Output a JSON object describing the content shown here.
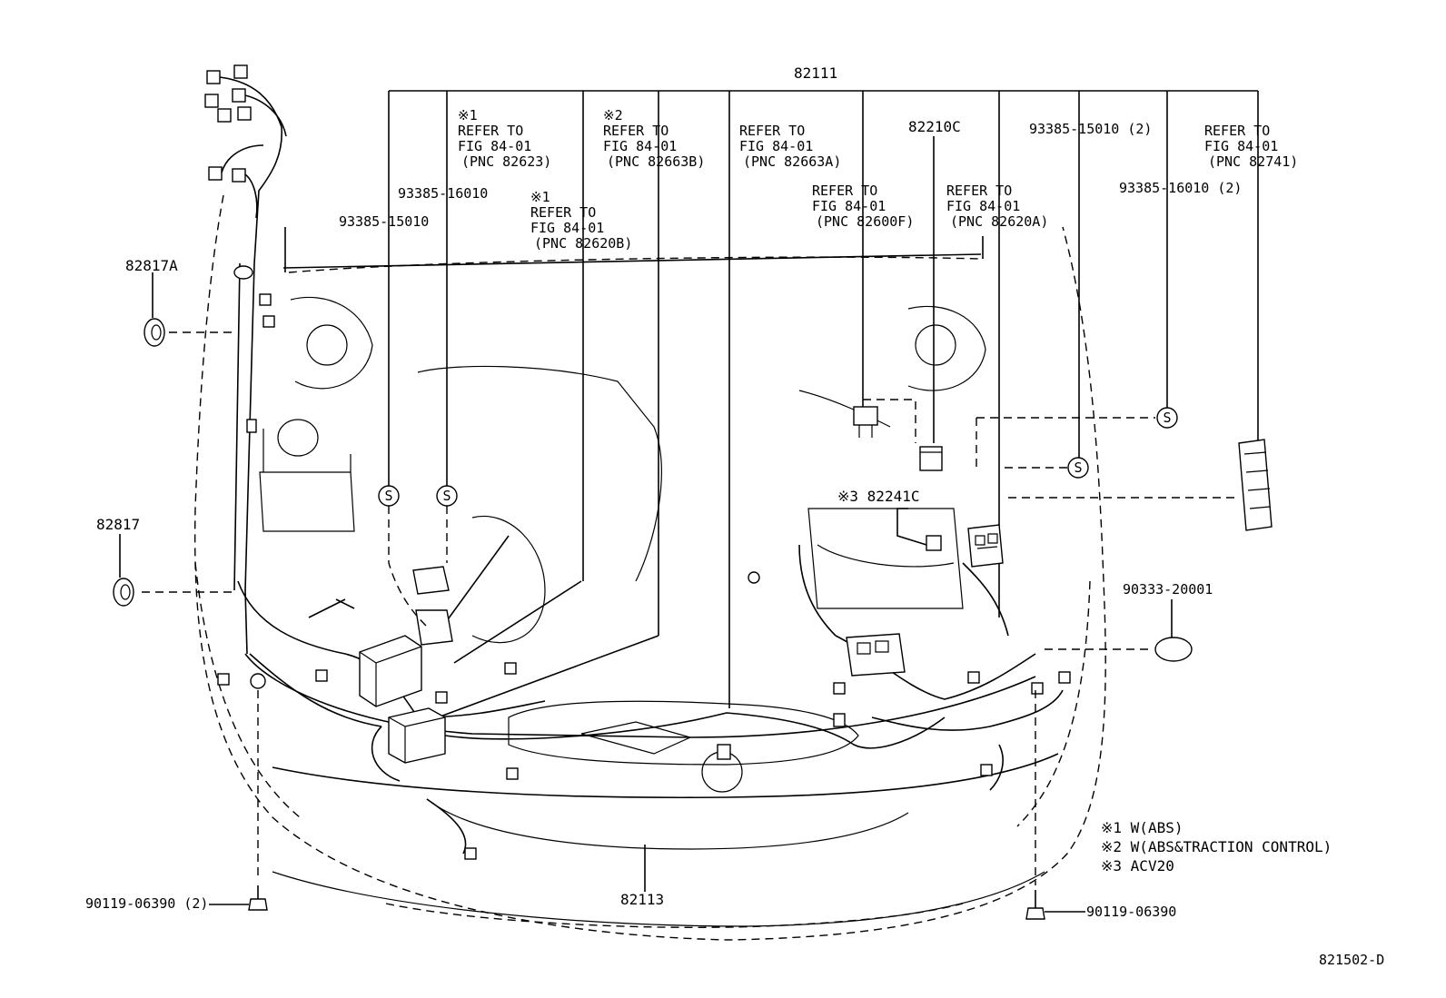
{
  "callouts": {
    "main_harness": "82111",
    "ref_82623": [
      "※1",
      "REFER TO",
      "FIG 84-01",
      "(PNC 82623)"
    ],
    "ref_82663b": [
      "※2",
      "REFER TO",
      "FIG 84-01",
      "(PNC 82663B)"
    ],
    "ref_82663a": [
      "REFER TO",
      "FIG 84-01",
      "(PNC 82663A)"
    ],
    "relay_82210c": "82210C",
    "clamp_15010_2": "93385-15010 (2)",
    "ref_82741": [
      "REFER TO",
      "FIG 84-01",
      "(PNC 82741)"
    ],
    "clamp_16010": "93385-16010",
    "ref_82620b": [
      "※1",
      "REFER TO",
      "FIG 84-01",
      "(PNC 82620B)"
    ],
    "ref_82600f": [
      "REFER TO",
      "FIG 84-01",
      "(PNC 82600F)"
    ],
    "ref_82620a": [
      "REFER TO",
      "FIG 84-01",
      "(PNC 82620A)"
    ],
    "clamp_16010_2": "93385-16010 (2)",
    "clamp_15010": "93385-15010",
    "grommet_82817a": "82817A",
    "grommet_82817": "82817",
    "relay_82241c": "※3 82241C",
    "plug_90333": "90333-20001",
    "bolt_left": "90119-06390 (2)",
    "bolt_right": "90119-06390",
    "front_harness": "82113",
    "clamp_symbol": "S"
  },
  "notes": [
    "※1 W(ABS)",
    "※2 W(ABS&TRACTION CONTROL)",
    "※3 ACV20"
  ],
  "figure_id": "821502-D"
}
